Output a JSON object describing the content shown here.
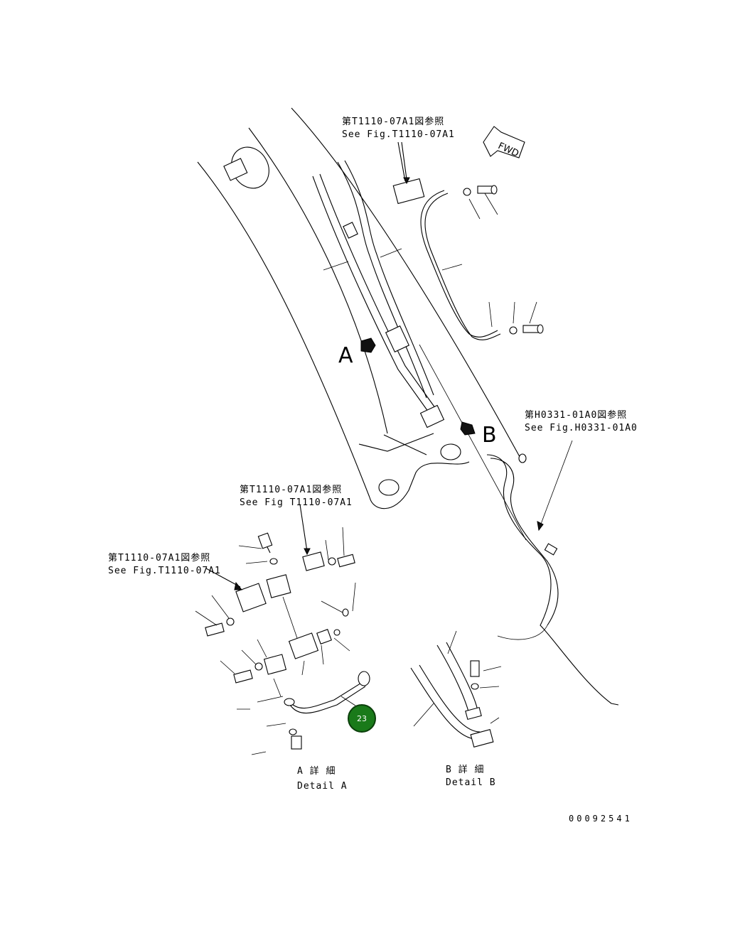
{
  "references": {
    "top": {
      "jp": "第T1110-07A1図参照",
      "en": "See Fig.T1110-07A1"
    },
    "right": {
      "jp": "第H0331-01A0図参照",
      "en": "See Fig.H0331-01A0"
    },
    "detail_top": {
      "jp": "第T1110-07A1図参照",
      "en": "See Fig T1110-07A1"
    },
    "detail_left": {
      "jp": "第T1110-07A1図参照",
      "en": "See Fig.T1110-07A1"
    }
  },
  "view_markers": {
    "a": "A",
    "b": "B"
  },
  "fwd_label": "FWD",
  "details": {
    "a": {
      "jp": "A 詳 細",
      "en": "Detail A"
    },
    "b": {
      "jp": "B 詳 細",
      "en": "Detail B"
    }
  },
  "callout": {
    "number": "23",
    "color": "#1a7a1a"
  },
  "drawing_number": "00092541"
}
